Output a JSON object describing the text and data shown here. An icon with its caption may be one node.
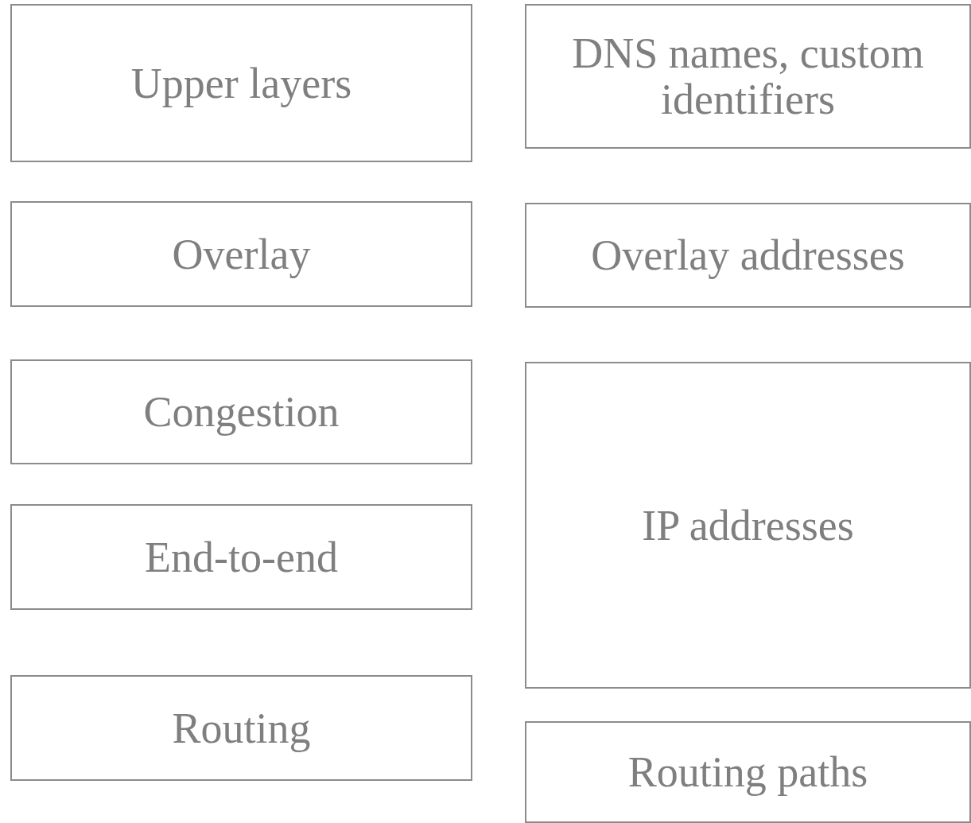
{
  "diagram": {
    "nodes": [
      {
        "text": [
          "Upper layers"
        ]
      },
      {
        "text": [
          "DNS names, custom identifiers"
        ]
      },
      {
        "text": [
          "Overlay"
        ]
      },
      {
        "text": [
          "Overlay addresses"
        ]
      },
      {
        "text": [
          "Congestion"
        ]
      },
      {
        "text": [
          "IP addresses"
        ]
      },
      {
        "text": [
          "End-to-end"
        ]
      },
      {
        "text": [
          "Routing"
        ]
      },
      {
        "text": [
          "Routing paths"
        ]
      }
    ]
  }
}
